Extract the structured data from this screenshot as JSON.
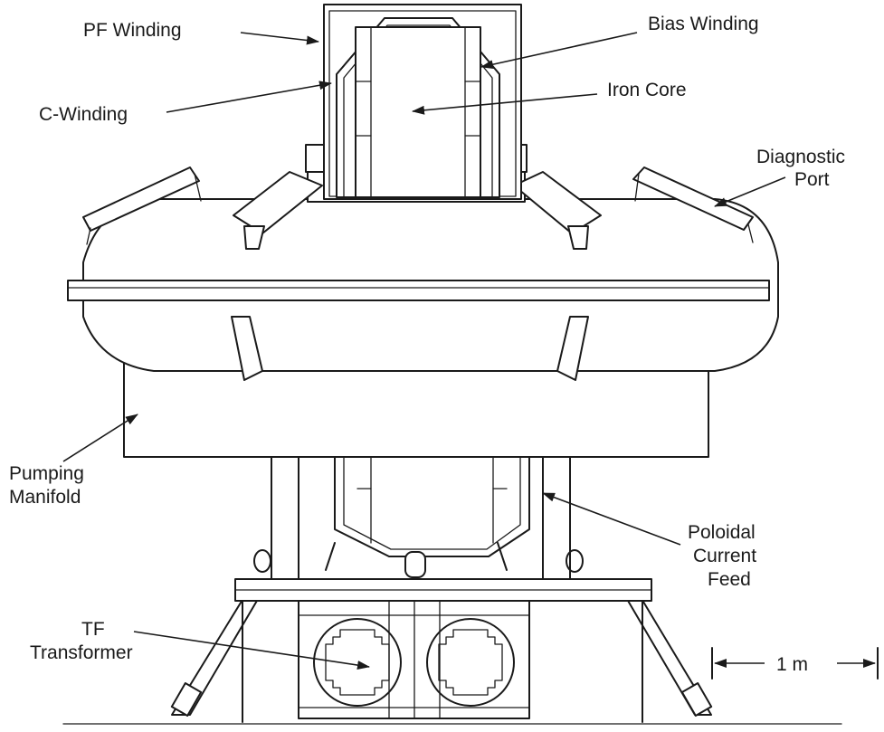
{
  "labels": {
    "pf_winding": "PF Winding",
    "bias_winding": "Bias Winding",
    "c_winding": "C-Winding",
    "iron_core": "Iron Core",
    "diagnostic_port_1": "Diagnostic",
    "diagnostic_port_2": "Port",
    "pumping_manifold_1": "Pumping",
    "pumping_manifold_2": "Manifold",
    "poloidal_1": "Poloidal",
    "poloidal_2": "Current",
    "poloidal_3": "Feed",
    "tf_1": "TF",
    "tf_2": "Transformer",
    "scale_bar": "1 m"
  },
  "colors": {
    "ink": "#1a1a1a",
    "background": "#ffffff"
  }
}
